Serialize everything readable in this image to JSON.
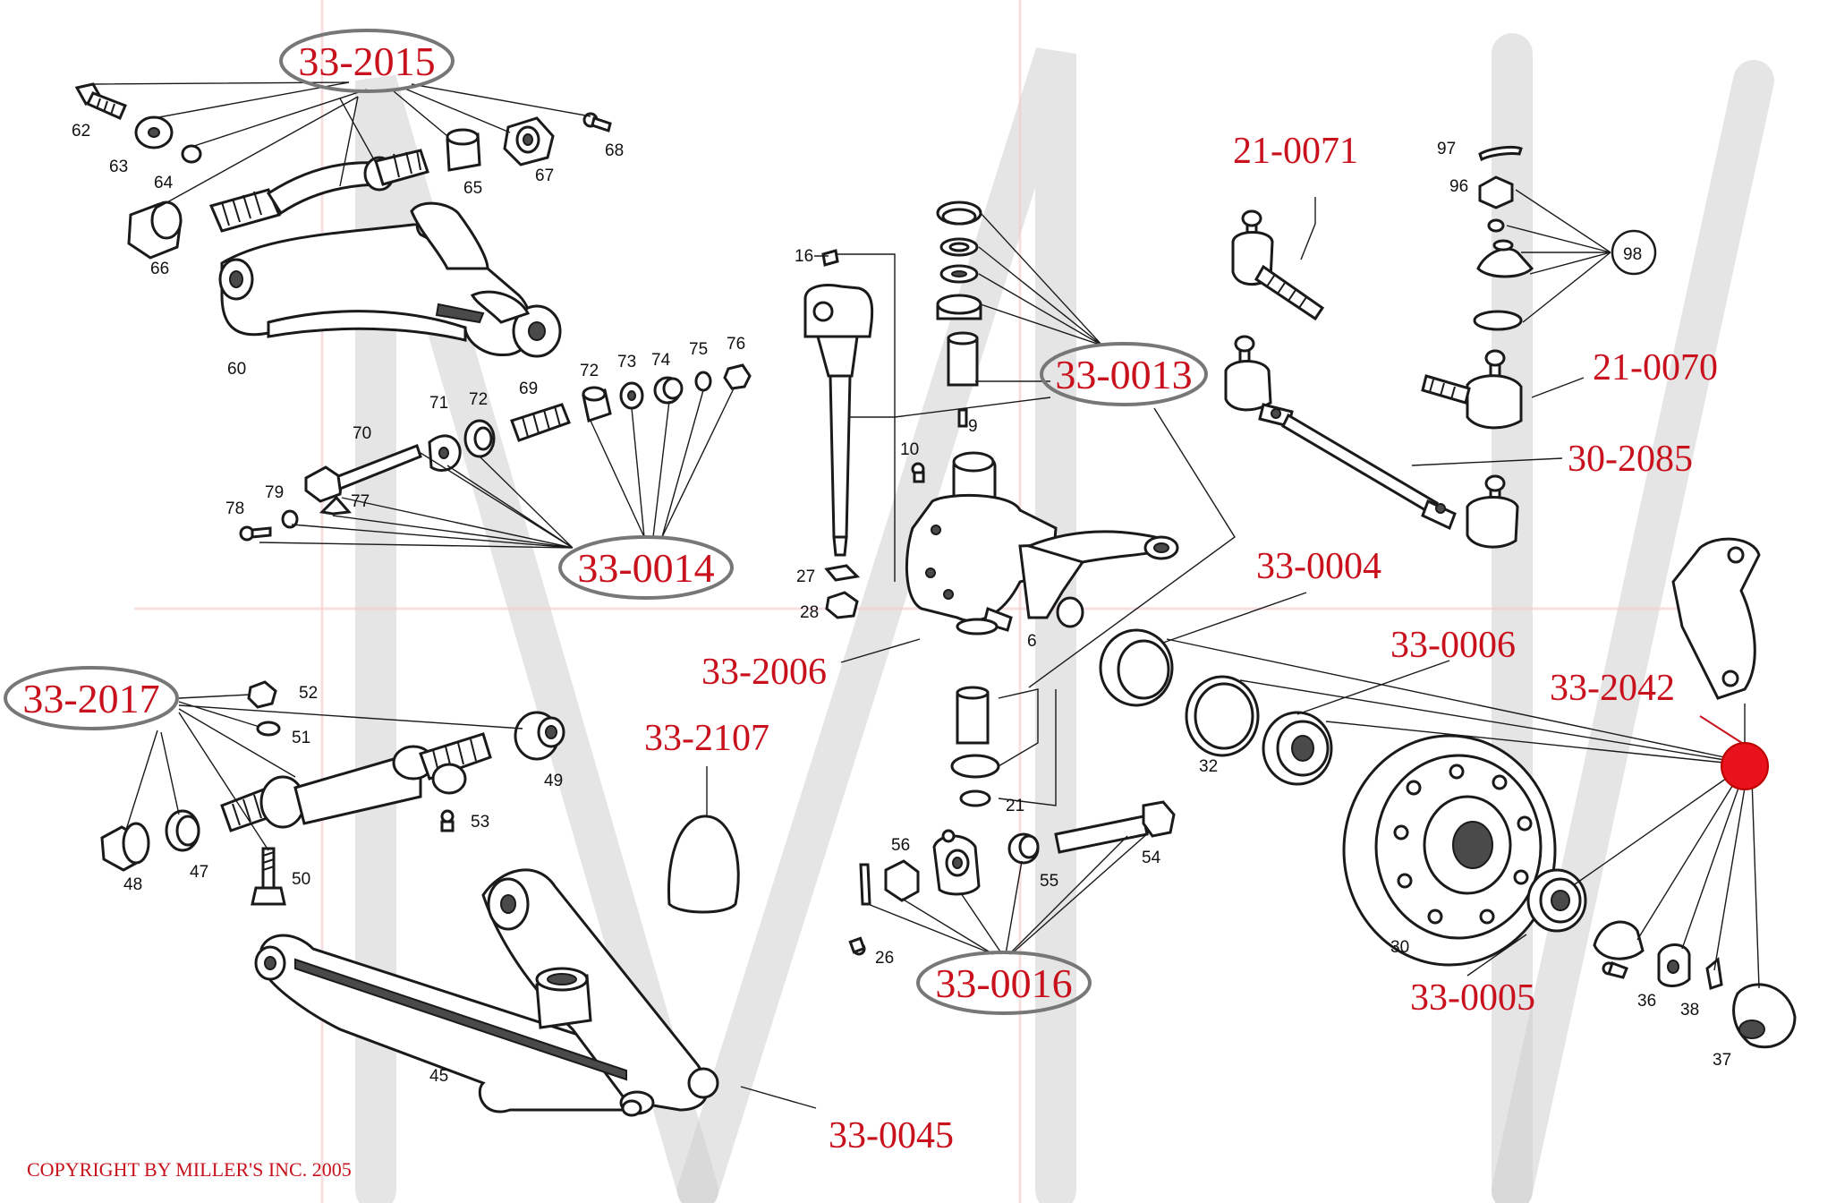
{
  "catalog_labels": {
    "upper_arm_kit": "33-2015",
    "arm_bushing_kit": "33-0014",
    "lower_arm_kit": "33-2017",
    "hub_cap_small": "33-2107",
    "steering_knuckle": "33-2006",
    "kingpin_kit": "33-0013",
    "lower_pin_kit": "33-0016",
    "tie_rod_end_left": "21-0071",
    "tie_rod_end_right": "21-0070",
    "tie_rod": "30-2085",
    "seal": "33-0004",
    "inner_bearing": "33-0006",
    "hub_kit": "33-2042",
    "outer_bearing": "33-0005",
    "lower_control_arm": "33-0045"
  },
  "part_numbers": {
    "p62": "62",
    "p63": "63",
    "p64": "64",
    "p65": "65",
    "p66": "66",
    "p67": "67",
    "p68": "68",
    "p60": "60",
    "p69": "69",
    "p70": "70",
    "p71": "71",
    "p72a": "72",
    "p72b": "72",
    "p73": "73",
    "p74": "74",
    "p75": "75",
    "p76": "76",
    "p77": "77",
    "p78": "78",
    "p79": "79",
    "p16": "16",
    "p9": "9",
    "p10": "10",
    "p27": "27",
    "p28": "28",
    "p6": "6",
    "p52": "52",
    "p51": "51",
    "p49": "49",
    "p53": "53",
    "p48": "48",
    "p47": "47",
    "p50": "50",
    "p45": "45",
    "p21": "21",
    "p56": "56",
    "p55": "55",
    "p54": "54",
    "p26": "26",
    "p97": "97",
    "p96": "96",
    "p98": "98",
    "p32": "32",
    "p30": "30",
    "p36": "36",
    "p37": "37",
    "p38": "38"
  },
  "copyright": "COPYRIGHT BY MILLER'S INC. 2005",
  "colors": {
    "label_red": "#c8111c",
    "hub_dot": "#e8111c",
    "ink": "#1a1a1a",
    "watermark": "#cfcfcf"
  }
}
